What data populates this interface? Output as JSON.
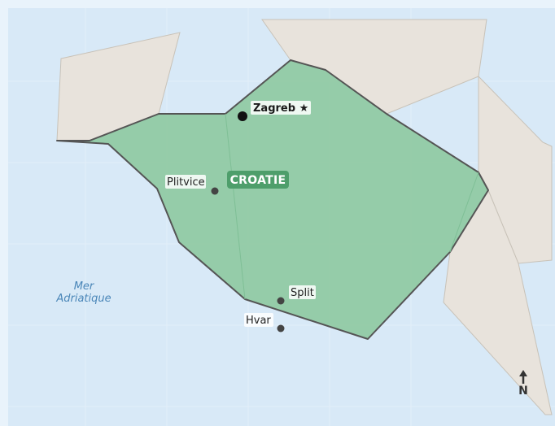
{
  "map": {
    "country_label": "CROATIE",
    "sea_label_line1": "Mer",
    "sea_label_line2": "Adriatique",
    "north": "N",
    "cities": [
      {
        "name": "Zagreb ★",
        "kind": "capital"
      },
      {
        "name": "Plitvice",
        "kind": "city"
      },
      {
        "name": "Split",
        "kind": "city"
      },
      {
        "name": "Hvar",
        "kind": "city"
      }
    ]
  },
  "colors": {
    "sea": "#d8e9f7",
    "neighbor": "#e8e3dc",
    "country_fill": "#8fc9a2",
    "country_stroke": "#555555",
    "country_badge": "#4e9e6b",
    "city_dot": "#444444",
    "capital_dot": "#111111",
    "sea_text": "#4a86b8"
  }
}
